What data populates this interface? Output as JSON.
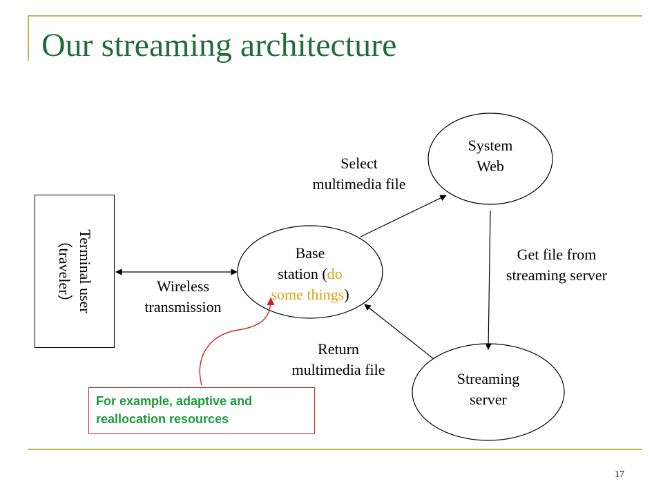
{
  "slide": {
    "title": "Our streaming architecture",
    "page_number": "17"
  },
  "nodes": {
    "terminal": {
      "line1": "Terminal user",
      "line2": "（traveler）"
    },
    "base_station": {
      "line1": "Base",
      "line2_a": "station (",
      "line2_b": "do",
      "line3_a": "some things",
      "line3_b": ")"
    },
    "system_web": {
      "line1": "System",
      "line2": "Web"
    },
    "streaming_server": {
      "line1": "Streaming",
      "line2": "server"
    }
  },
  "edges": {
    "wireless": {
      "line1": "Wireless",
      "line2": "transmission"
    },
    "select": {
      "line1": "Select",
      "line2": "multimedia file"
    },
    "get_file": {
      "line1": "Get file from",
      "line2": "streaming server"
    },
    "return": {
      "line1": "Return",
      "line2": "multimedia file"
    }
  },
  "callout": {
    "line1": "For example, adaptive and",
    "line2": "reallocation resources"
  },
  "colors": {
    "title": "#1f6b3c",
    "rule": "#c8b454",
    "highlight": "#e0a010",
    "callout_border": "#cc2222",
    "callout_text": "#1a9a3a"
  }
}
